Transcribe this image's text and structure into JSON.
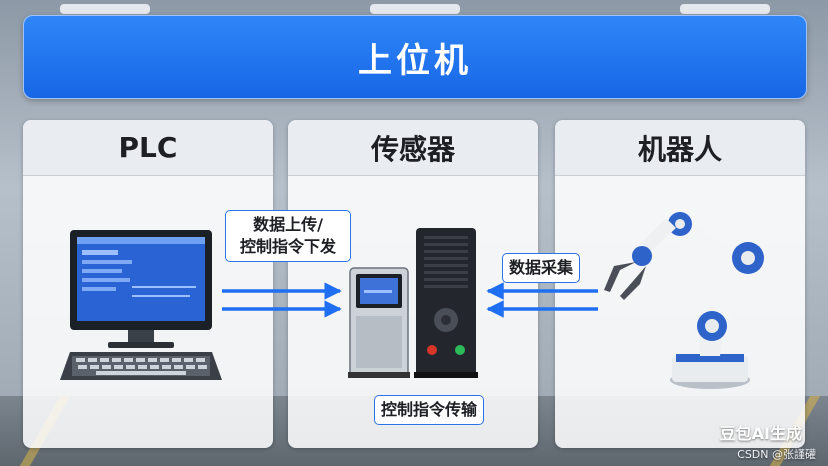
{
  "banner": {
    "title": "上位机"
  },
  "panels": [
    {
      "id": "plc",
      "title": "PLC",
      "icon": "desktop-computer-icon"
    },
    {
      "id": "sensor",
      "title": "传感器",
      "icon": "sensor-device-icon"
    },
    {
      "id": "robot",
      "title": "机器人",
      "icon": "robot-arm-icon"
    }
  ],
  "links": {
    "plc_to_sensor": {
      "line1": "数据上传/",
      "line2": "控制指令下发"
    },
    "robot_to_sensor": {
      "label": "数据采集"
    },
    "sensor_bottom": {
      "label": "控制指令传输"
    }
  },
  "colors": {
    "banner": "#1e6ff0",
    "arrow": "#1f6ff2",
    "robot_joint": "#2e63c9",
    "panel_bg": "#f2f4f7"
  },
  "watermark": {
    "text": "豆包AI生成"
  },
  "credit": {
    "text": "CSDN @张謹礶"
  }
}
